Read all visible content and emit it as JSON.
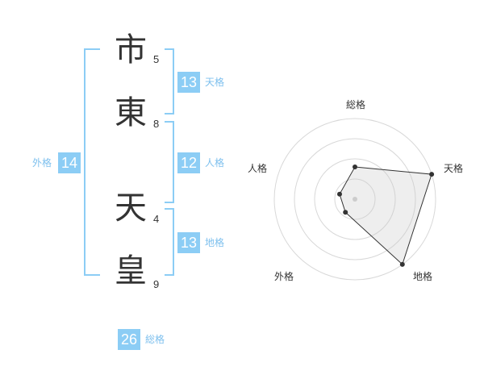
{
  "name_chars": [
    {
      "char": "市",
      "strokes": "5"
    },
    {
      "char": "東",
      "strokes": "8"
    },
    {
      "char": "天",
      "strokes": "4"
    },
    {
      "char": "皇",
      "strokes": "9"
    }
  ],
  "fortunes": {
    "tenkaku": {
      "value": "13",
      "label": "天格"
    },
    "jinkaku": {
      "value": "12",
      "label": "人格"
    },
    "chikaku": {
      "value": "13",
      "label": "地格"
    },
    "gaikaku": {
      "value": "14",
      "label": "外格"
    },
    "soukaku": {
      "value": "26",
      "label": "総格"
    }
  },
  "colors": {
    "accent": "#8ccdf5",
    "accent_text": "#7ec0ee",
    "text": "#333333"
  },
  "chart_data": {
    "type": "radar",
    "axes": [
      "総格",
      "天格",
      "地格",
      "外格",
      "人格"
    ],
    "values": [
      2,
      5,
      5,
      1,
      1
    ],
    "range": [
      0,
      5
    ],
    "rings": 4,
    "grid": true
  }
}
